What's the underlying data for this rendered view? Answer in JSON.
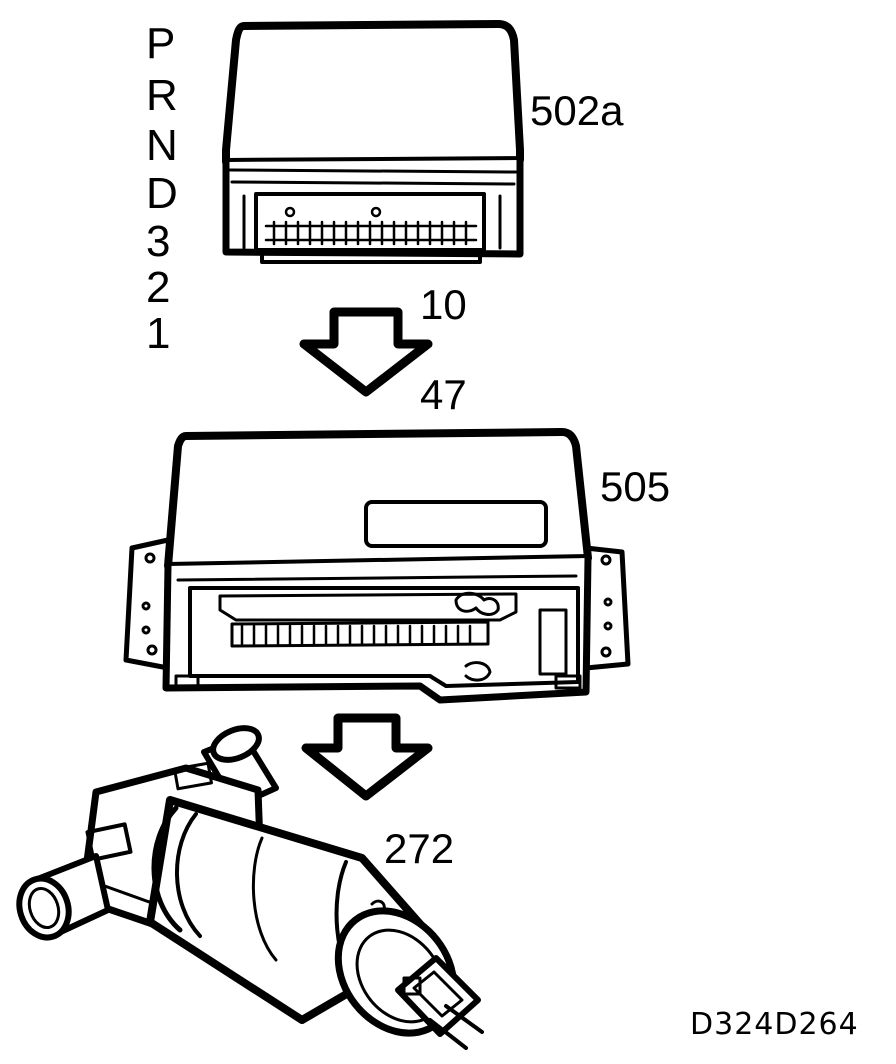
{
  "gear_positions": [
    "P",
    "R",
    "N",
    "D",
    "3",
    "2",
    "1"
  ],
  "labels": {
    "selector_module": "502a",
    "wire_upper": "10",
    "wire_lower": "47",
    "control_unit": "505",
    "valve": "272"
  },
  "figure_code": "D324D264",
  "colors": {
    "ink": "#000000",
    "paper": "#ffffff"
  }
}
